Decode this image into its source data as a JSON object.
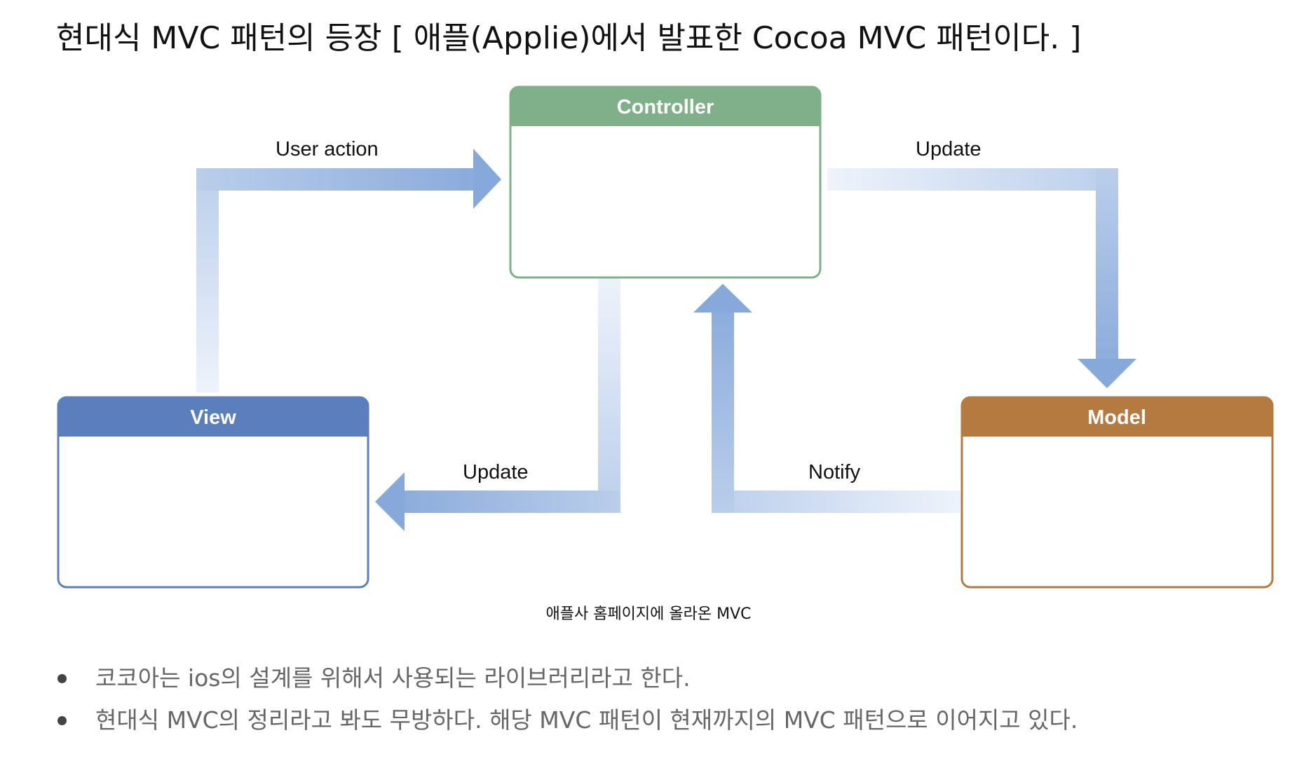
{
  "title": "현대식 MVC 패턴의 등장 [ 애플(Applie)에서 발표한 Cocoa MVC 패턴이다. ]",
  "diagram": {
    "boxes": {
      "controller": {
        "label": "Controller",
        "color": "#7fb08a",
        "border": "#7fb08a"
      },
      "view": {
        "label": "View",
        "color": "#5b7fbd",
        "border": "#5b7fbd"
      },
      "model": {
        "label": "Model",
        "color": "#b57a40",
        "border": "#b57a40"
      }
    },
    "arrows": {
      "view_to_controller": "User action",
      "controller_to_model": "Update",
      "controller_to_view": "Update",
      "model_to_controller": "Notify"
    },
    "arrow_colors": {
      "strong": "#86a8da",
      "faint": "#eef3fb"
    }
  },
  "caption": "애플사 홈페이지에 올라온 MVC",
  "bullets": [
    "코코아는 ios의 설계를 위해서 사용되는 라이브러리라고 한다.",
    "현대식 MVC의 정리라고 봐도 무방하다. 해당 MVC 패턴이 현재까지의 MVC 패턴으로 이어지고 있다."
  ]
}
